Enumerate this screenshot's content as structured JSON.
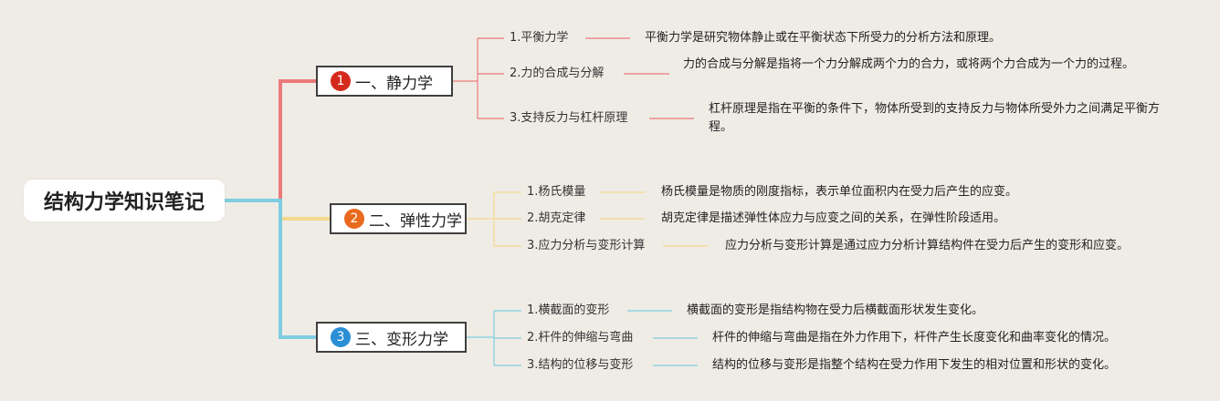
{
  "root": {
    "title": "结构力学知识笔记"
  },
  "branches": [
    {
      "badge": "1",
      "title": "一、静力学",
      "color": "#ec7a7a",
      "badge_color": "#d42a1d",
      "items": [
        {
          "label": "1.平衡力学",
          "desc": "平衡力学是研究物体静止或在平衡状态下所受力的分析方法和原理。"
        },
        {
          "label": "2.力的合成与分解",
          "desc": "力的合成与分解是指将一个力分解成两个力的合力，或将两个力合成为一个力的过程。"
        },
        {
          "label": "3.支持反力与杠杆原理",
          "desc": "杠杆原理是指在平衡的条件下，物体所受到的支持反力与物体所受外力之间满足平衡方程。"
        }
      ]
    },
    {
      "badge": "2",
      "title": "二、弹性力学",
      "color": "#f5d98e",
      "badge_color": "#e86a1c",
      "items": [
        {
          "label": "1.杨氏模量",
          "desc": "杨氏模量是物质的刚度指标，表示单位面积内在受力后产生的应变。"
        },
        {
          "label": "2.胡克定律",
          "desc": "胡克定律是描述弹性体应力与应变之间的关系，在弹性阶段适用。"
        },
        {
          "label": "3.应力分析与变形计算",
          "desc": "应力分析与变形计算是通过应力分析计算结构件在受力后产生的变形和应变。"
        }
      ]
    },
    {
      "badge": "3",
      "title": "三、变形力学",
      "color": "#7fcde0",
      "badge_color": "#2a8fd6",
      "items": [
        {
          "label": "1.横截面的变形",
          "desc": "横截面的变形是指结构物在受力后横截面形状发生变化。"
        },
        {
          "label": "2.杆件的伸缩与弯曲",
          "desc": "杆件的伸缩与弯曲是指在外力作用下，杆件产生长度变化和曲率变化的情况。"
        },
        {
          "label": "3.结构的位移与变形",
          "desc": "结构的位移与变形是指整个结构在受力作用下发生的相对位置和形状的变化。"
        }
      ]
    }
  ]
}
